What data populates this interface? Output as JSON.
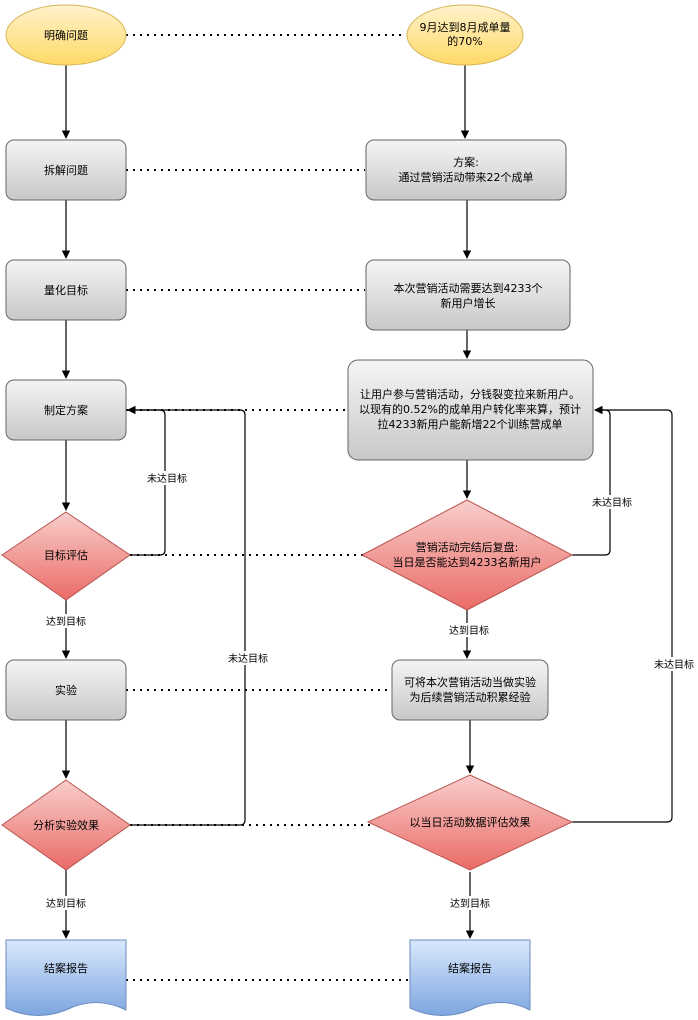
{
  "colors": {
    "ellipse_fill": "#FFD966",
    "ellipse_stroke": "#D6B656",
    "box_fill_top": "#F5F5F5",
    "box_fill_bottom": "#C8C8C8",
    "box_stroke": "#666666",
    "diamond_fill_top": "#F8CECC",
    "diamond_fill_bottom": "#EA6B66",
    "diamond_stroke": "#B85450",
    "doc_fill_top": "#DAE8FC",
    "doc_fill_bottom": "#7EA6E0",
    "doc_stroke": "#6C8EBF",
    "edge": "#000000"
  },
  "left": {
    "clarify": "明确问题",
    "decompose": "拆解问题",
    "quantify": "量化目标",
    "plan": "制定方案",
    "evaluate": "目标评估",
    "experiment": "实验",
    "analyze": "分析实验效果",
    "report": "结案报告"
  },
  "right": {
    "goal": [
      "9月达到8月成单量",
      "的70%"
    ],
    "plan": [
      "方案:",
      "通过营销活动带来22个成单"
    ],
    "target": [
      "本次营销活动需要达到4233个",
      "新用户增长"
    ],
    "strategy": [
      "让用户参与营销活动，分钱裂变拉来新用户。",
      "以现有的0.52%的成单用户转化率来算，预计",
      "拉4233新用户能新增22个训练营成单"
    ],
    "review": [
      "营销活动完结后复盘:",
      "当日是否能达到4233名新用户"
    ],
    "experiment": [
      "可将本次营销活动当做实验",
      "为后续营销活动积累经验"
    ],
    "evaluate": "以当日活动数据评估效果",
    "report": "结案报告"
  },
  "labels": {
    "not_reached": "未达目标",
    "reached": "达到目标"
  }
}
